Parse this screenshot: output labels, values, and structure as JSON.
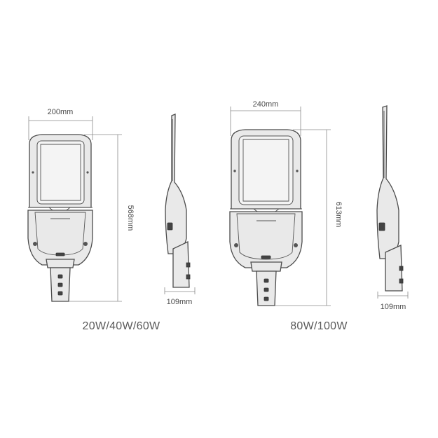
{
  "small_model": {
    "label": "20W/40W/60W",
    "width": "200mm",
    "height": "568mm",
    "depth": "109mm"
  },
  "large_model": {
    "label": "80W/100W",
    "width": "240mm",
    "height": "613mm",
    "depth": "109mm"
  },
  "colors": {
    "outline": "#4b4b4b",
    "fill": "#e9e9e9",
    "text": "#4a4a4a"
  }
}
